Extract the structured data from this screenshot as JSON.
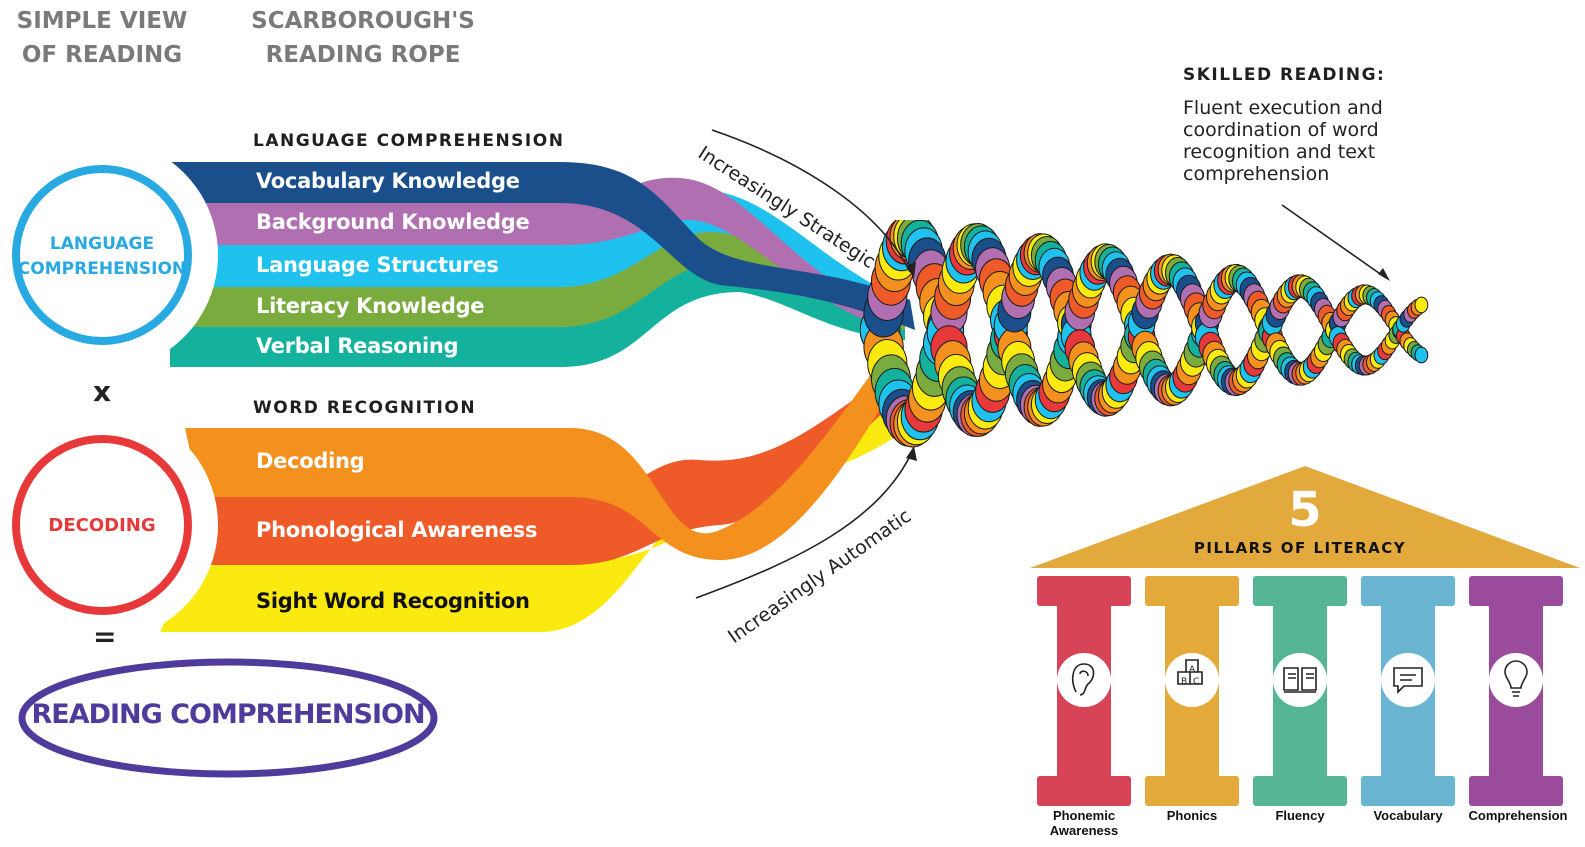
{
  "headers": {
    "simple_view_line1": "SIMPLE VIEW",
    "simple_view_line2": "OF READING",
    "rope_line1": "SCARBOROUGH'S",
    "rope_line2": "READING ROPE"
  },
  "language_comprehension": {
    "section_title": "LANGUAGE COMPREHENSION",
    "circle_line1": "LANGUAGE",
    "circle_line2": "COMPREHENSION",
    "circle_color": "#29a9e1",
    "strands": [
      {
        "label": "Vocabulary Knowledge",
        "color": "#1a4f8c"
      },
      {
        "label": "Background Knowledge",
        "color": "#b06fb0"
      },
      {
        "label": "Language Structures",
        "color": "#1fc2ee"
      },
      {
        "label": "Literacy Knowledge",
        "color": "#7aab3f"
      },
      {
        "label": "Verbal Reasoning",
        "color": "#14b29c"
      }
    ]
  },
  "multiply_symbol": "x",
  "word_recognition": {
    "section_title": "WORD RECOGNITION",
    "circle_line1": "DECODING",
    "circle_color": "#e8393a",
    "strands": [
      {
        "label": "Decoding",
        "color": "#f4901e"
      },
      {
        "label": "Phonological Awareness",
        "color": "#ee5a28"
      },
      {
        "label": "Sight Word Recognition",
        "color": "#fbea10"
      }
    ]
  },
  "equals_symbol": "=",
  "result": {
    "label": "READING COMPREHENSION",
    "color": "#4e3b9c"
  },
  "arrows": {
    "strategic": "Increasingly Strategic",
    "automatic": "Increasingly Automatic"
  },
  "skilled_reading": {
    "title": "SKILLED READING:",
    "lines": [
      "Fluent execution and",
      "coordination of word",
      "recognition and text",
      "comprehension"
    ]
  },
  "pillars": {
    "number": "5",
    "title": "PILLARS OF LITERACY",
    "roof_color": "#e2a93d",
    "items": [
      {
        "label_line1": "Phonemic",
        "label_line2": "Awareness",
        "icon": "ear-icon",
        "color": "#d84457"
      },
      {
        "label_line1": "Phonics",
        "label_line2": "",
        "icon": "abc-blocks-icon",
        "color": "#e4a93b"
      },
      {
        "label_line1": "Fluency",
        "label_line2": "",
        "icon": "open-book-icon",
        "color": "#56b592"
      },
      {
        "label_line1": "Vocabulary",
        "label_line2": "",
        "icon": "speech-bubble-icon",
        "color": "#6ab5d1"
      },
      {
        "label_line1": "Comprehension",
        "label_line2": "",
        "icon": "lightbulb-icon",
        "color": "#9a4b9c"
      }
    ]
  }
}
